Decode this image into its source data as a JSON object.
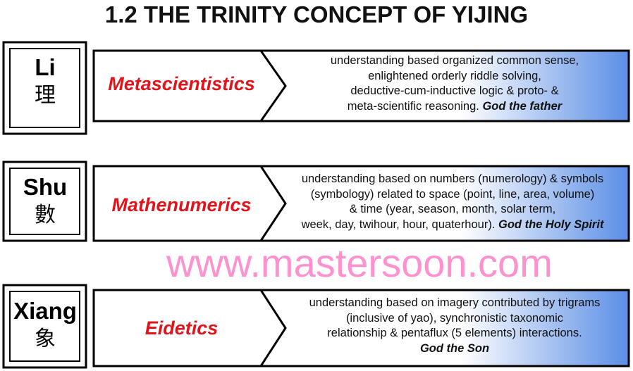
{
  "title": "1.2 THE TRINITY CONCEPT OF YIJING",
  "rows": [
    {
      "key": "Li",
      "hanzi": "理",
      "label": "Metascientistics",
      "lines": [
        "understanding based organized common sense,",
        "enlightened orderly riddle solving,",
        "deductive-cum-inductive logic & proto- &",
        "meta-scientific reasoning."
      ],
      "god": "God the father"
    },
    {
      "key": "Shu",
      "hanzi": "數",
      "label": "Mathenumerics",
      "lines": [
        "understanding based on numbers (numerology) & symbols",
        "(symbology) related to space (point, line, area, volume)",
        "& time (year, season, month, solar term,",
        "week, day, twihour, hour, quaterhour)."
      ],
      "god": "God the Holy  Spirit"
    },
    {
      "key": "Xiang",
      "hanzi": "象",
      "label": "Eidetics",
      "lines": [
        "understanding based on imagery contributed by trigrams",
        "(inclusive of yao), synchronistic taxonomic",
        "relationship & pentaflux (5 elements) interactions."
      ],
      "god": "God the Son"
    }
  ],
  "watermark": "www.mastersoon.com",
  "colors": {
    "label": "#e0141a",
    "gradient_end": "#5b8ee6"
  }
}
